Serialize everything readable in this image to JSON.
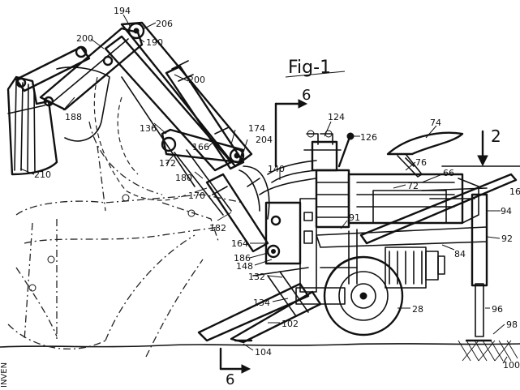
{
  "figure": {
    "title": "Fig-1"
  },
  "section_marks": {
    "top": "6",
    "bottom": "6",
    "right": "2"
  },
  "side_text": "INVEN",
  "labels": [
    {
      "id": "194",
      "text": "194"
    },
    {
      "id": "206",
      "text": "206"
    },
    {
      "id": "200a",
      "text": "200"
    },
    {
      "id": "190",
      "text": "190"
    },
    {
      "id": "200b",
      "text": "200"
    },
    {
      "id": "188",
      "text": "188"
    },
    {
      "id": "136",
      "text": "136"
    },
    {
      "id": "174",
      "text": "174"
    },
    {
      "id": "166",
      "text": "166"
    },
    {
      "id": "204",
      "text": "204"
    },
    {
      "id": "172",
      "text": "172"
    },
    {
      "id": "210",
      "text": "210"
    },
    {
      "id": "180",
      "text": "180"
    },
    {
      "id": "170",
      "text": "170"
    },
    {
      "id": "140",
      "text": "140"
    },
    {
      "id": "124",
      "text": "124"
    },
    {
      "id": "126",
      "text": "126"
    },
    {
      "id": "74",
      "text": "74"
    },
    {
      "id": "76",
      "text": "76"
    },
    {
      "id": "66",
      "text": "66"
    },
    {
      "id": "72",
      "text": "72"
    },
    {
      "id": "16",
      "text": "16"
    },
    {
      "id": "94",
      "text": "94"
    },
    {
      "id": "182",
      "text": "182"
    },
    {
      "id": "91",
      "text": "91"
    },
    {
      "id": "92",
      "text": "92"
    },
    {
      "id": "84",
      "text": "84"
    },
    {
      "id": "164",
      "text": "164"
    },
    {
      "id": "186",
      "text": "186"
    },
    {
      "id": "148",
      "text": "148"
    },
    {
      "id": "132",
      "text": "132"
    },
    {
      "id": "134",
      "text": "134"
    },
    {
      "id": "28",
      "text": "28"
    },
    {
      "id": "96",
      "text": "96"
    },
    {
      "id": "102",
      "text": "102"
    },
    {
      "id": "98",
      "text": "98"
    },
    {
      "id": "104",
      "text": "104"
    },
    {
      "id": "100",
      "text": "100"
    }
  ]
}
